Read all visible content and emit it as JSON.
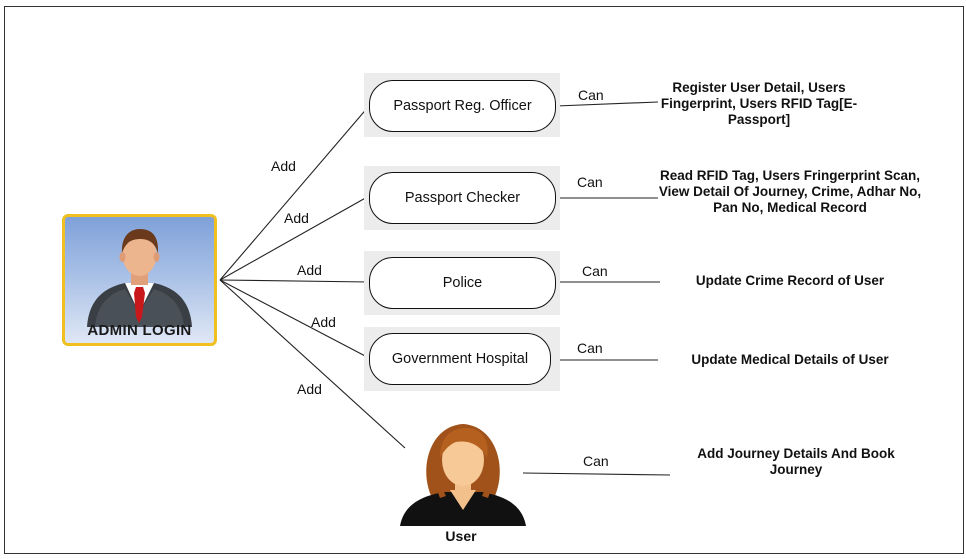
{
  "admin": {
    "label": "ADMIN LOGIN",
    "icon": "admin-avatar-icon"
  },
  "roles": [
    {
      "name": "Passport Reg. Officer",
      "add_label": "Add",
      "can_label": "Can",
      "permission": "Register User Detail, Users Fingerprint, Users RFID Tag[E-Passport]"
    },
    {
      "name": "Passport Checker",
      "add_label": "Add",
      "can_label": "Can",
      "permission": "Read RFID Tag, Users Fringerprint Scan, View Detail Of Journey, Crime, Adhar No, Pan No, Medical Record"
    },
    {
      "name": "Police",
      "add_label": "Add",
      "can_label": "Can",
      "permission": "Update Crime Record of User"
    },
    {
      "name": "Government Hospital",
      "add_label": "Add",
      "can_label": "Can",
      "permission": "Update Medical Details of User"
    }
  ],
  "user": {
    "name": "User",
    "icon": "user-avatar-icon",
    "add_label": "Add",
    "can_label": "Can",
    "permission": "Add Journey Details And Book Journey"
  },
  "colors": {
    "admin_border": "#f0c020",
    "admin_bg_top": "#7fa1d8",
    "line": "#222222",
    "node_shadow": "#ececec"
  }
}
